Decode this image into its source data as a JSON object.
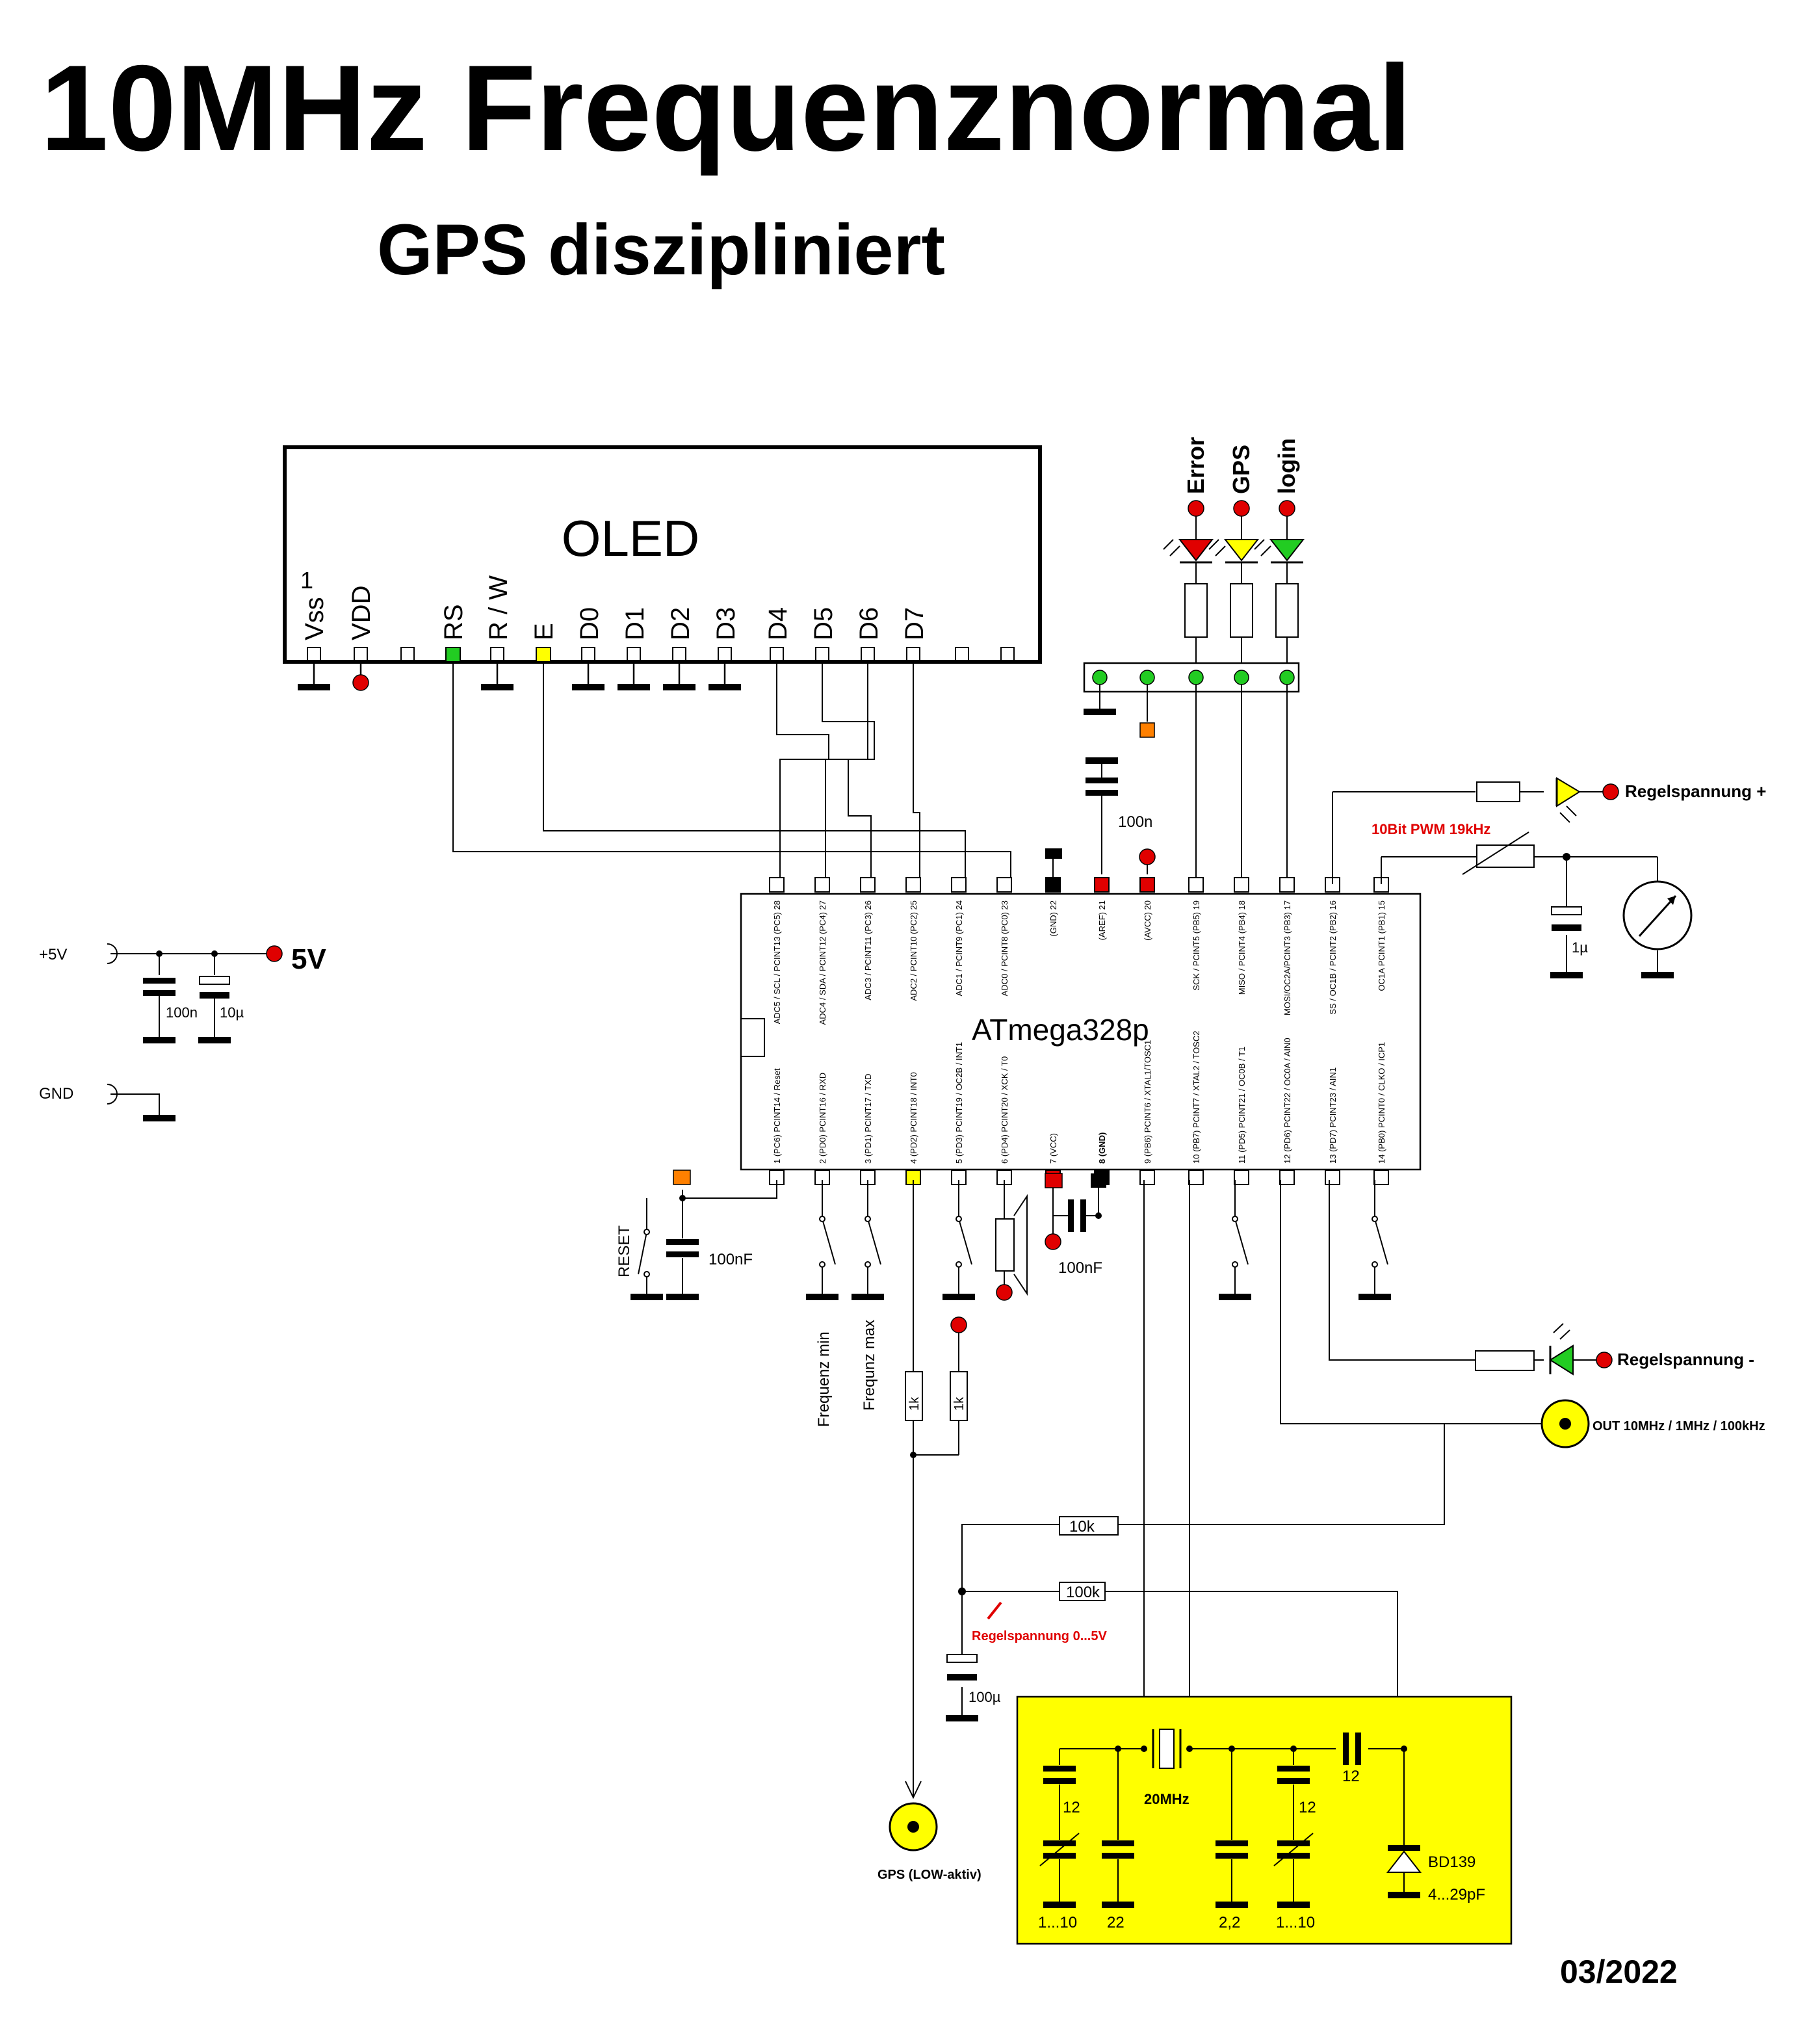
{
  "title": "10MHz Frequenznormal",
  "subtitle": "GPS diszipliniert",
  "date": "03/2022",
  "colors": {
    "power": "#e00000",
    "green": "#22cc22",
    "yellow": "#ffff00",
    "orange": "#ff8000",
    "red_text": "#e00000"
  },
  "oled": {
    "name": "OLED",
    "pin1_marker": "1",
    "pins": [
      "Vss",
      "VDD",
      "RS",
      "R / W",
      "E",
      "D0",
      "D1",
      "D2",
      "D3",
      "D4",
      "D5",
      "D6",
      "D7"
    ]
  },
  "leds": [
    "Error",
    "GPS",
    "login"
  ],
  "mcu": {
    "name": "ATmega328p",
    "top_pins": [
      "ADC5 / SCL / PCINT13 (PC5) 28",
      "ADC4 / SDA / PCINT12 (PC4) 27",
      "ADC3 / PCINT11 (PC3) 26",
      "ADC2 / PCINT10 (PC2) 25",
      "ADC1 / PCINT9 (PC1) 24",
      "ADC0 / PCINT8 (PC0) 23",
      "(GND) 22",
      "(AREF) 21",
      "(AVCC) 20",
      "SCK / PCINT5 (PB5) 19",
      "MISO / PCINT4 (PB4) 18",
      "MOSI/OC2A/PCINT3 (PB3) 17",
      "SS / OC1B / PCINT2 (PB2) 16",
      "OC1A PCINT1 (PB1) 15"
    ],
    "bottom_pins": [
      "1 (PC6) PCINT14 / Reset",
      "2 (PD0) PCINT16 / RXD",
      "3 (PD1) PCINT17 / TXD",
      "4 (PD2) PCINT18 / INT0",
      "5 (PD3) PCINT19 / OC2B / INT1",
      "6 (PD4) PCINT20 / XCK / T0",
      "7 (VCC)",
      "8 (GND)",
      "9 (PB6) PCINT6 / XTAL1/TOSC1",
      "10 (PB7) PCINT7 / XTAL2 / TOSC2",
      "11 (PD5) PCINT21 / OC0B / T1",
      "12 (PD6) PCINT22 / OC0A / AIN0",
      "13 (PD7) PCINT23 / AIN1",
      "14 (PB0) PCINT0 / CLKO / ICP1"
    ]
  },
  "power": {
    "plus_label": "+5V",
    "gnd_label": "GND",
    "v5_label": "5V",
    "cap1": "100n",
    "cap2": "10µ"
  },
  "labels": {
    "c_aref": "100n",
    "pwm": "10Bit PWM 19kHz",
    "reg_plus": "Regelspannung +",
    "reg_minus": "Regelspannung -",
    "c_meter": "1µ",
    "reset": "RESET",
    "c_reset": "100nF",
    "c_vcc": "100nF",
    "f_min": "Frequenz min",
    "f_max": "Frequnz max",
    "r1": "1k",
    "r2": "1k",
    "out": "OUT 10MHz / 1MHz / 100kHz",
    "r10k": "10k",
    "r100k": "100k",
    "reg_05": "Regelspannung 0...5V",
    "c100u": "100µ",
    "gps_in": "GPS (LOW-aktiv)"
  },
  "osc": {
    "crystal": "20MHz",
    "c_12a": "12",
    "c_12b": "12",
    "c_12c": "12",
    "trim_a": "1...10",
    "trim_b": "1...10",
    "c_22": "22",
    "c_22b": "2,2",
    "diode": "BD139",
    "diode_range": "4...29pF"
  }
}
